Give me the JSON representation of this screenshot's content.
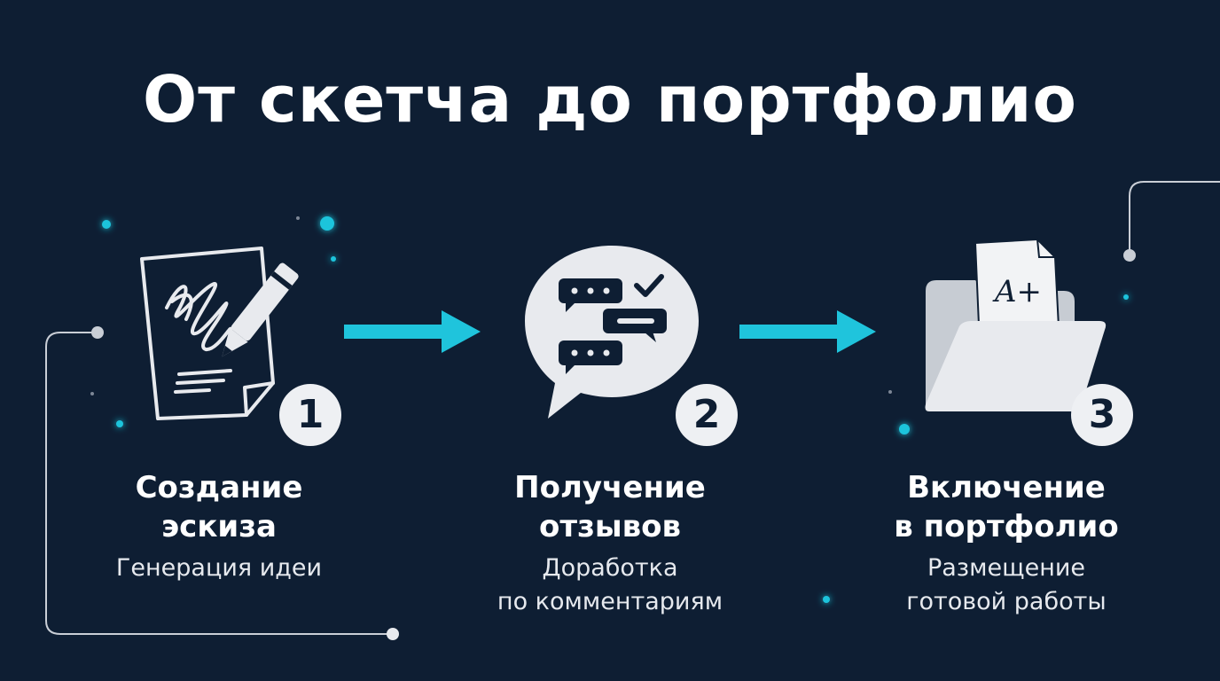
{
  "title": "От скетча до портфолио",
  "colors": {
    "background": "#0e1e33",
    "accent": "#1fc4dc",
    "icon": "#e8eaee"
  },
  "steps": [
    {
      "number": "1",
      "label_line1": "Создание",
      "label_line2": "эскиза",
      "desc_line1": "Генерация идеи",
      "desc_line2": "",
      "icon": "sketch-document-pencil-icon"
    },
    {
      "number": "2",
      "label_line1": "Получение",
      "label_line2": "отзывов",
      "desc_line1": "Доработка",
      "desc_line2": "по комментариям",
      "icon": "speech-bubble-feedback-icon"
    },
    {
      "number": "3",
      "label_line1": "Включение",
      "label_line2": "в портфолио",
      "desc_line1": "Размещение",
      "desc_line2": "готовой работы",
      "icon": "portfolio-folder-icon"
    }
  ],
  "grade": "A+"
}
